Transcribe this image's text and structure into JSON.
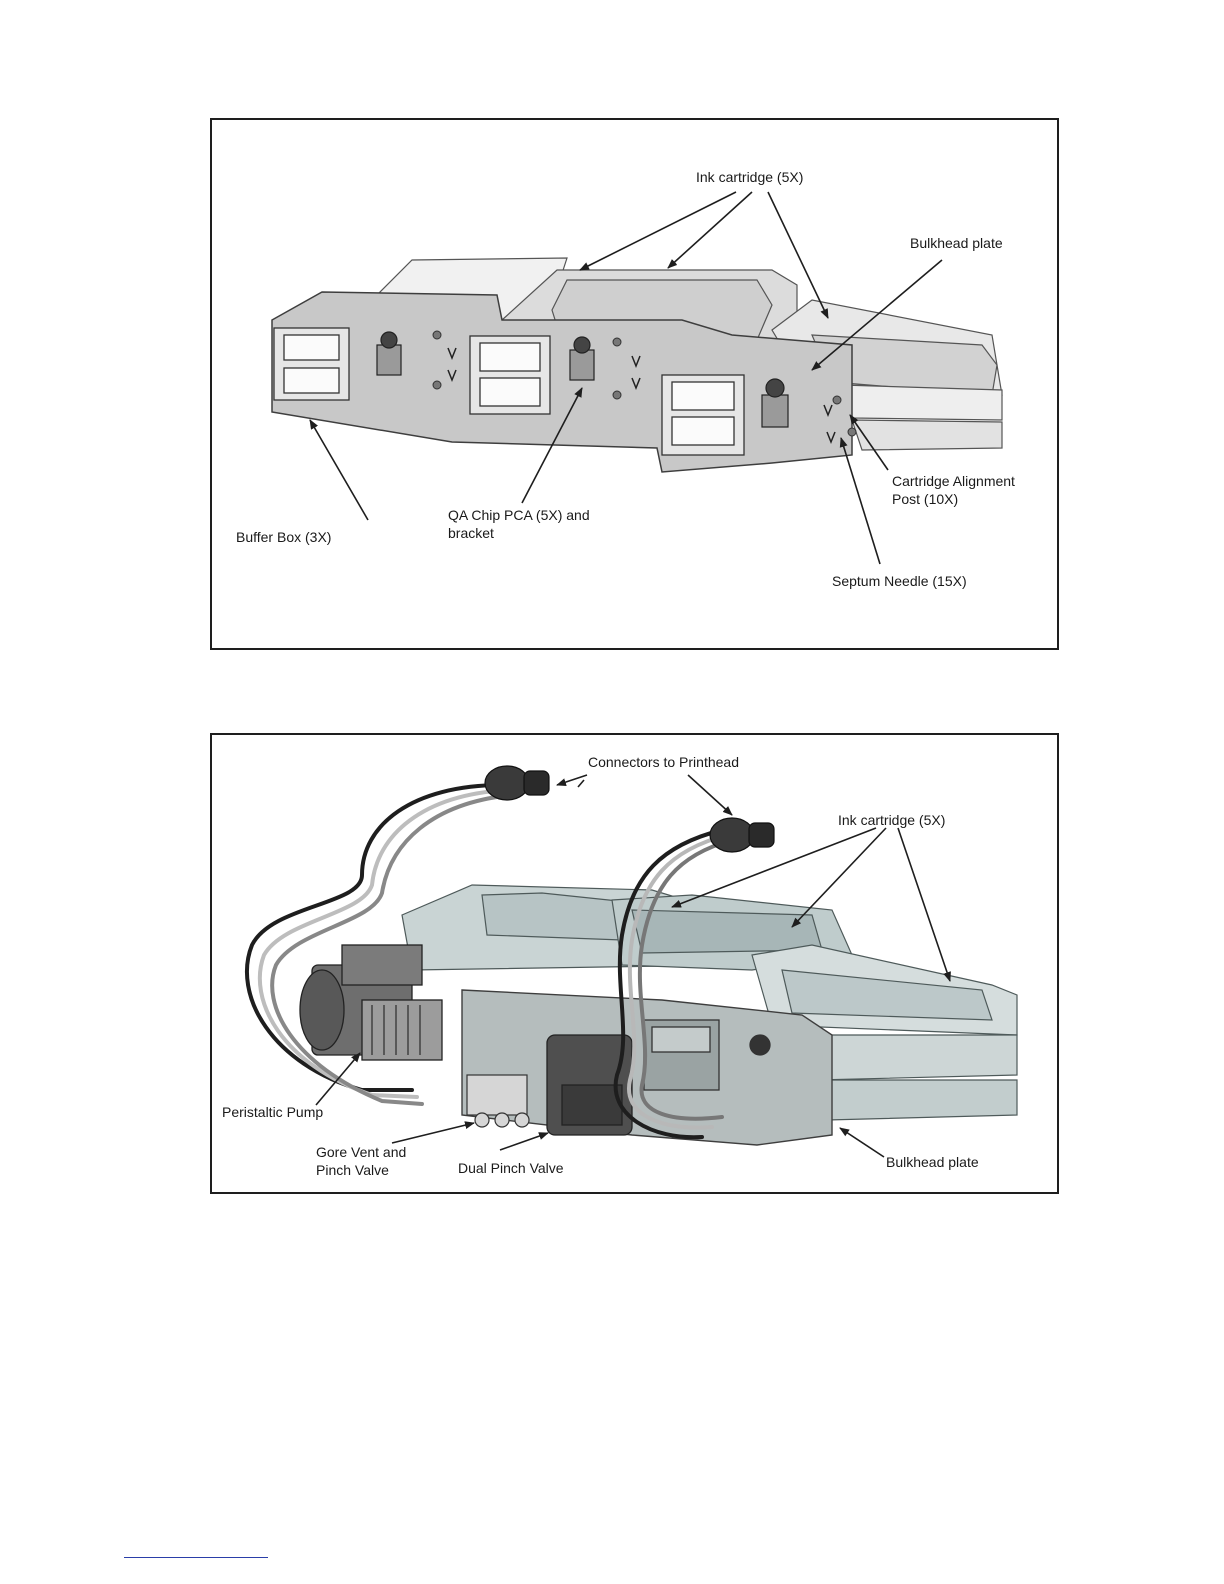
{
  "figure1": {
    "labels": {
      "ink_cartridge": "Ink cartridge (5X)",
      "bulkhead_plate": "Bulkhead plate",
      "buffer_box": "Buffer Box (3X)",
      "qa_chip_line1": "QA Chip PCA (5X) and",
      "qa_chip_line2": "bracket",
      "alignment_line1": "Cartridge Alignment",
      "alignment_line2": "Post (10X)",
      "septum_needle": "Septum Needle (15X)"
    }
  },
  "figure2": {
    "labels": {
      "connectors": "Connectors to Printhead",
      "ink_cartridge": "Ink cartridge (5X)",
      "peristaltic_pump": "Peristaltic Pump",
      "gore_line1": "Gore Vent and",
      "gore_line2": "Pinch Valve",
      "dual_pinch_valve": "Dual Pinch Valve",
      "bulkhead_plate": "Bulkhead plate"
    }
  },
  "colors": {
    "line": "#1e1e1e",
    "metal_light": "#e4e4e4",
    "metal_mid": "#b9b9b9",
    "metal_dark": "#6e6e6e",
    "teal_light": "#c9d4d4",
    "teal_mid": "#a7b6b7",
    "footer_rule": "#2a3ea8"
  }
}
